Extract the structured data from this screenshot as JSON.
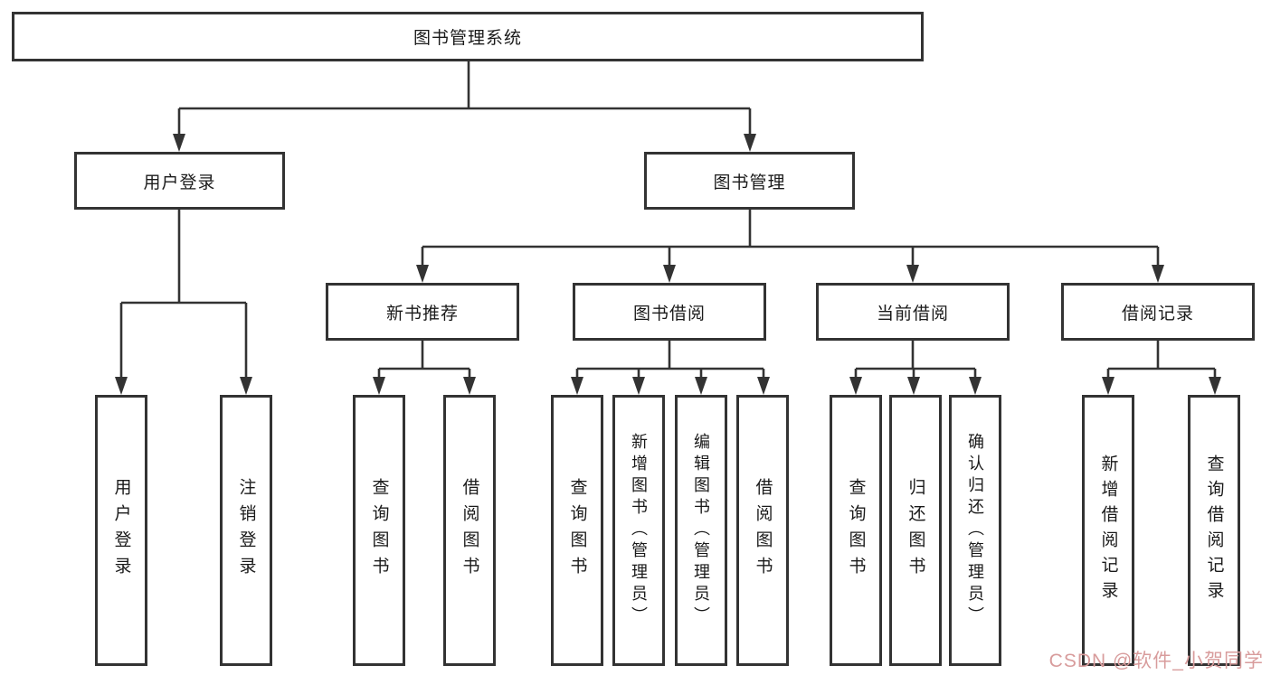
{
  "root": {
    "label": "图书管理系统"
  },
  "branches": {
    "user_login": {
      "label": "用户登录",
      "children": [
        "用户登录",
        "注销登录"
      ]
    },
    "book_mgmt": {
      "label": "图书管理",
      "sections": [
        {
          "label": "新书推荐",
          "children": [
            "查询图书",
            "借阅图书"
          ]
        },
        {
          "label": "图书借阅",
          "children": [
            "查询图书",
            "新增图书（管理员）",
            "编辑图书（管理员）",
            "借阅图书"
          ]
        },
        {
          "label": "当前借阅",
          "children": [
            "查询图书",
            "归还图书",
            "确认归还（管理员）"
          ]
        },
        {
          "label": "借阅记录",
          "children": [
            "新增借阅记录",
            "查询借阅记录"
          ]
        }
      ]
    }
  },
  "watermark": {
    "text": "CSDN @软件_小贺同学",
    "color": "#d89c9c"
  },
  "colors": {
    "line": "#333333",
    "border": "#333333",
    "text": "#1a1a1a",
    "background": "#ffffff"
  }
}
